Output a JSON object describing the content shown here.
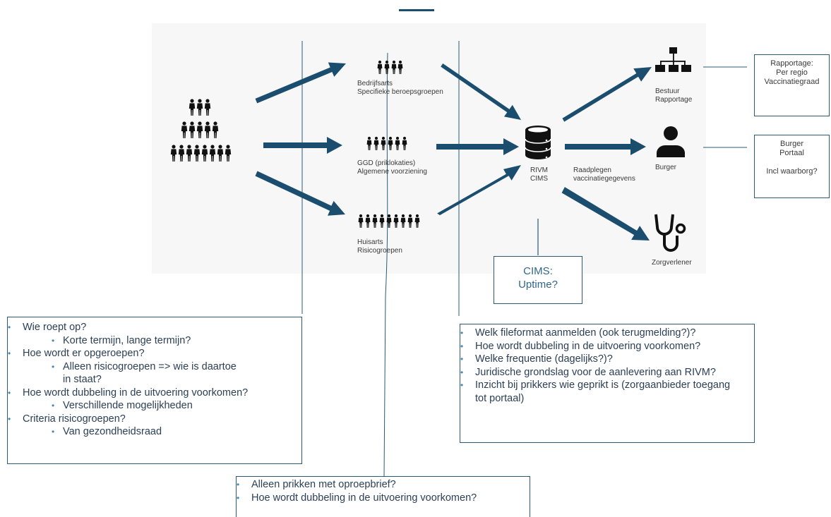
{
  "colors": {
    "arrow": "#1b4d6e",
    "line": "#2b5a75",
    "icon": "#111111",
    "bullet": "#4a86b0"
  },
  "icons": {
    "population": "people-pyramid-icon",
    "groups": "people-group-icon",
    "database": "database-icon",
    "hierarchy": "org-chart-icon",
    "person": "person-icon",
    "stethoscope": "stethoscope-icon"
  },
  "nodes": {
    "bedrijfsarts": {
      "line1": "Bedrijfsarts",
      "line2": "Specifieke beroepsgroepen"
    },
    "ggd": {
      "line1": "GGD (priklokaties)",
      "line2": "Algemene voorziening"
    },
    "huisarts": {
      "line1": "Huisarts",
      "line2": "Risicogroepen"
    },
    "rivm": {
      "line1": "RIVM",
      "line2": "CIMS"
    },
    "raadplegen": {
      "line1": "Raadplegen",
      "line2": "vaccinatiegegevens"
    },
    "bestuur": {
      "line1": "Bestuur",
      "line2": "Rapportage"
    },
    "burger": {
      "line1": "Burger"
    },
    "zorgverlener": {
      "line1": "Zorgverlener"
    }
  },
  "boxes": {
    "rapportage": {
      "line1": "Rapportage:",
      "line2": "Per regio",
      "line3": "Vaccinatiegraad"
    },
    "portaal": {
      "line1": "Burger",
      "line2": "Portaal",
      "line3": "Incl waarborg?"
    },
    "cims": {
      "line1": "CIMS:",
      "line2": "Uptime?"
    }
  },
  "notes": {
    "left": {
      "q1": "Wie roept op?",
      "q1a": "Korte termijn, lange termijn?",
      "q2": "Hoe wordt er opgeroepen?",
      "q2a": "Alleen risicogroepen => wie is daartoe in staat?",
      "q3": "Hoe wordt dubbeling in de uitvoering voorkomen?",
      "q3a": "Verschillende mogelijkheden",
      "q4": "Criteria risicogroepen?",
      "q4a": "Van gezondheidsraad"
    },
    "bottom": {
      "q1": "Alleen prikken met oproepbrief?",
      "q2": "Hoe wordt dubbeling in de uitvoering voorkomen?"
    },
    "right": {
      "q1": "Welk fileformat aanmelden (ook terugmelding?)?",
      "q2": "Hoe wordt dubbeling in de uitvoering voorkomen?",
      "q3": "Welke frequentie (dagelijks?)?",
      "q4": "Juridische grondslag voor de aanlevering aan RIVM?",
      "q5": "Inzicht bij prikkers wie geprikt is (zorgaanbieder toegang tot portaal)"
    }
  }
}
